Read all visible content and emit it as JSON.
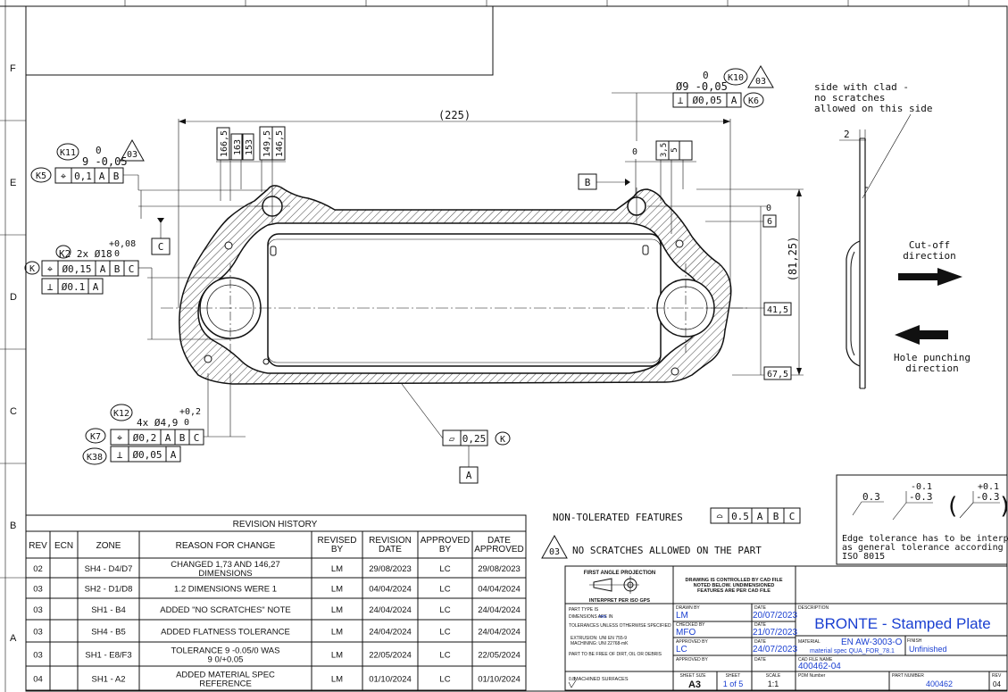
{
  "zones": {
    "F": "F",
    "E": "E",
    "D": "D",
    "C": "C",
    "B": "B",
    "A": "A"
  },
  "dims": {
    "overall_len": "(225)",
    "overall_height": "(81,25)",
    "clad_thickness": "2",
    "v_41_5": "41,5",
    "v_67_5": "67,5",
    "v_6": "6",
    "v_0": "0",
    "stack": [
      "166,5",
      "163",
      "153",
      "149,5",
      "146,5"
    ],
    "stack_right": [
      "3,5",
      "5"
    ],
    "hole_tol_top": "0",
    "hole_spec": "Ø9 -0,05",
    "k10": "K10",
    "tag03": "03",
    "perp_top": [
      "⊥",
      "Ø0,05",
      "A"
    ],
    "k6": "K6",
    "datum_b": "B",
    "datum_c": "C",
    "datum_a": "A",
    "k11": "K11",
    "k11_tol_top": "0",
    "k11_spec": "9 -0,05",
    "k5": "K5",
    "k5_frame": [
      "⌖",
      "0,1",
      "A",
      "B"
    ],
    "k2_line": "K2 2x Ø18",
    "k2_tol": [
      "+0,08",
      "0"
    ],
    "k_pos": [
      "⌖",
      "Ø0,15",
      "A",
      "B",
      "C"
    ],
    "k_perp": [
      "⊥",
      "Ø0.1",
      "A"
    ],
    "k12": "K12",
    "k12_line": "4x Ø4,9",
    "k12_tol": [
      "+0,2",
      "0"
    ],
    "k7": "K7",
    "k7_frame": [
      "⌖",
      "Ø0,2",
      "A",
      "B",
      "C"
    ],
    "k38": "K38",
    "k38_frame": [
      "⊥",
      "Ø0,05",
      "A"
    ],
    "flat_frame": [
      "▱",
      "0,25"
    ],
    "flat_k": "K"
  },
  "notes": {
    "clad": [
      "side with clad -",
      "no scratches",
      "allowed on this side"
    ],
    "cutoff": [
      "Cut-off",
      "direction"
    ],
    "punch": [
      "Hole punching",
      "direction"
    ],
    "non_tol": "NON-TOLERATED FEATURES",
    "non_tol_frame": [
      "⌓",
      "0.5",
      "A",
      "B",
      "C"
    ],
    "no_scratch": "NO SCRATCHES ALLOWED ON THE PART",
    "edge": [
      "Edge tolerance has to be interpreted",
      "as general tolerance according to",
      "ISO 8015"
    ],
    "edge_vals": [
      "0.3",
      "-0.1",
      "-0.3",
      "+0.1",
      "-0.3"
    ]
  },
  "revision": {
    "title": "REVISION HISTORY",
    "headers": [
      "REV",
      "ECN",
      "ZONE",
      "REASON FOR CHANGE",
      "REVISED BY",
      "REVISION DATE",
      "APPROVED BY",
      "DATE APPROVED"
    ],
    "rows": [
      [
        "02",
        "",
        "SH4 - D4/D7",
        "CHANGED 1,73 AND 146,27 DIMENSIONS",
        "LM",
        "29/08/2023",
        "LC",
        "29/08/2023"
      ],
      [
        "03",
        "",
        "SH2 - D1/D8",
        "1.2 DIMENSIONS WERE 1",
        "LM",
        "04/04/2024",
        "LC",
        "04/04/2024"
      ],
      [
        "03",
        "",
        "SH1 - B4",
        "ADDED \"NO SCRATCHES\" NOTE",
        "LM",
        "24/04/2024",
        "LC",
        "24/04/2024"
      ],
      [
        "03",
        "",
        "SH4 - B5",
        "ADDED FLATNESS TOLERANCE",
        "LM",
        "24/04/2024",
        "LC",
        "24/04/2024"
      ],
      [
        "03",
        "",
        "SH1 - E8/F3",
        "TOLERANCE 9 -0.05/0 WAS 9 0/+0.05",
        "LM",
        "22/05/2024",
        "LC",
        "22/05/2024"
      ],
      [
        "04",
        "",
        "SH1 - A2",
        "ADDED MATERIAL SPEC REFERENCE",
        "LM",
        "01/10/2024",
        "LC",
        "01/10/2024"
      ]
    ]
  },
  "title_block": {
    "projection": "FIRST ANGLE PROJECTION",
    "interpret": "INTERPRET PER ISO GPS",
    "cad_note": [
      "DRAWING IS CONTROLLED BY CAD FILE",
      "NOTED BELOW. UNDIMENSIONED",
      "FEATURES ARE PER CAD FILE"
    ],
    "part_type": "PART TYPE IS",
    "dims_in": "DIMENSIONS ARE IN",
    "mm": "mm",
    "tol_unless": "TOLERANCES UNLESS OTHERWISE SPECIFIED",
    "extrusion": "EXTRUSION: UNI EN 755-9",
    "machining": "MACHINING: UNI 22768-mK",
    "free_dirt": "PART TO BE FREE OF DIRT, OIL OR DEBRIS",
    "machined": "MACHINED SURFACES",
    "machined_val": "0.8",
    "drawn_by_lbl": "DRAWN BY",
    "drawn_by": "LM",
    "checked_by_lbl": "CHECKED BY",
    "checked_by": "MFO",
    "approved_by_lbl": "APPROVED BY",
    "approved_by": "LC",
    "approved_by2_lbl": "APPROVED BY",
    "date_lbl": "DATE",
    "date1": "20/07/2023",
    "date2": "21/07/2023",
    "date3": "24/07/2023",
    "desc_lbl": "DESCRIPTION",
    "description": "BRONTE - Stamped Plate",
    "material_lbl": "MATERIAL",
    "material": "EN AW-3003-O",
    "material_spec": "material spec QUA_FOR_78.1",
    "finish_lbl": "FINISH",
    "finish": "Unfinished",
    "cad_lbl": "CAD FILE NAME",
    "cad": "400462-04",
    "sheet_size_lbl": "SHEET SIZE",
    "sheet_size": "A3",
    "sheet_lbl": "SHEET",
    "sheet": "1 of 5",
    "scale_lbl": "SCALE",
    "scale": "1:1",
    "pdm_lbl": "PDM Number",
    "part_lbl": "PART NUMBER",
    "part": "400462",
    "rev_lbl": "REV",
    "rev": "04"
  },
  "colors": {
    "accent": "#1a3fd1",
    "line": "#111111"
  }
}
